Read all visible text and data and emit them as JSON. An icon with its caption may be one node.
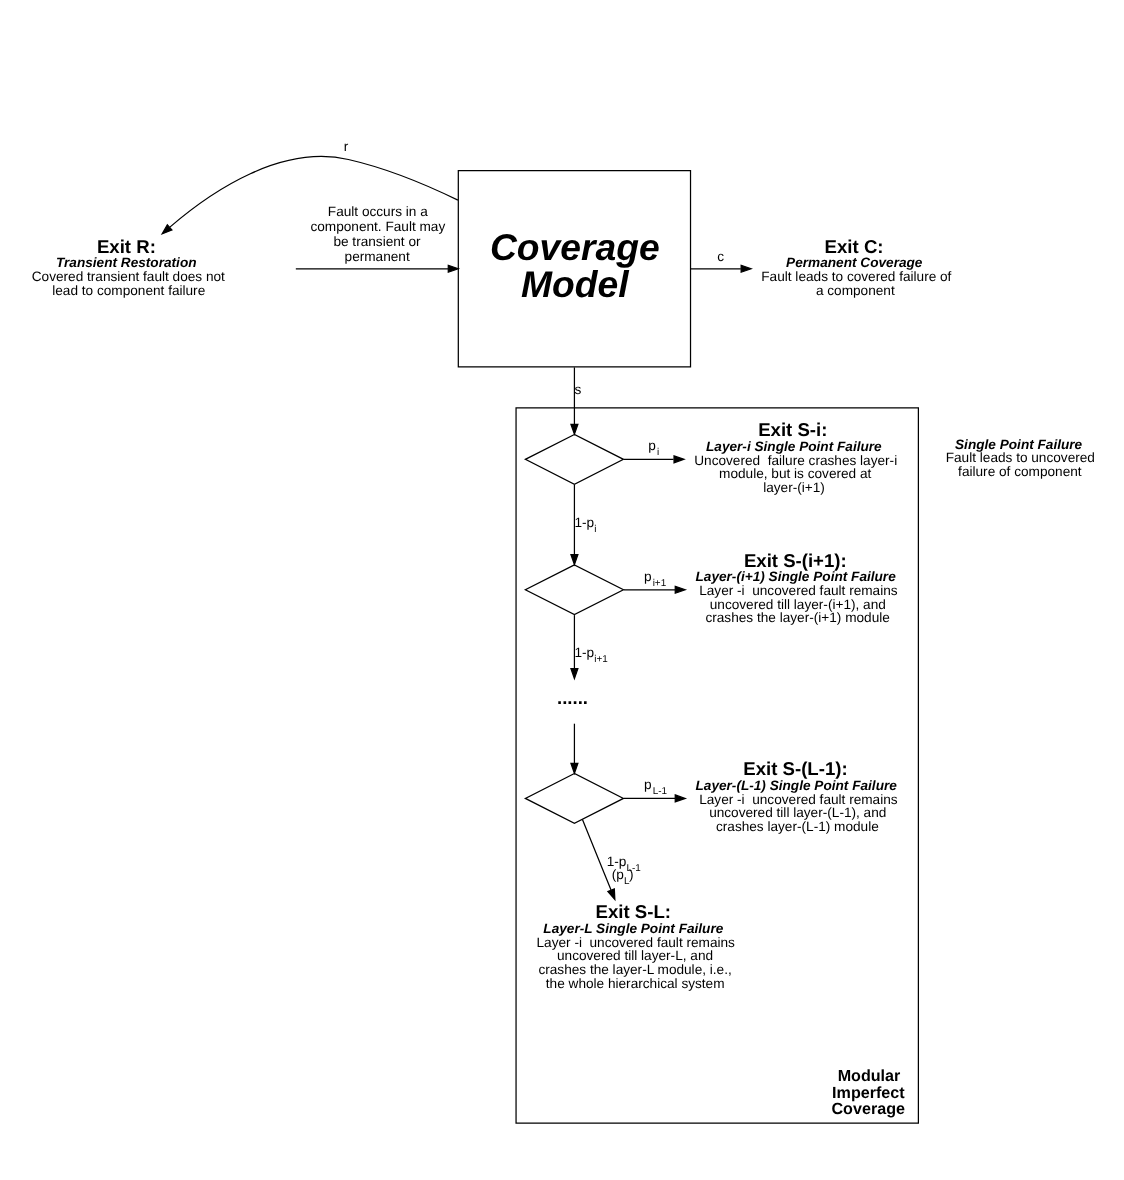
{
  "diagram": {
    "nodes": [
      {
        "text": [
          "Coverage Model"
        ]
      },
      {
        "text": [
          "Exit C:",
          "Permanent Coverage",
          "Fault leads to covered failure of a component"
        ]
      },
      {
        "text": [
          "Exit R:",
          "Transient Restoration",
          "Covered transient fault does not lead to component failure"
        ]
      },
      {
        "text": [
          "Modular Imperfect Coverage"
        ]
      },
      {
        "text": [],
        "shape": "diamond",
        "in": 3
      },
      {
        "text": [
          "Exit S-i:",
          "Layer-i Single Point Failure",
          "Uncovered  failure crashes layer-i module, but is covered at layer-(i+1)"
        ],
        "in": 3
      },
      {
        "text": [],
        "shape": "diamond",
        "in": 3
      },
      {
        "text": [
          "Exit S-(i+1):",
          "Layer-(i+1) Single Point Failure",
          "Layer -i  uncovered fault remains uncovered till layer-(i+1), and crashes the layer-(i+1) module"
        ],
        "in": 3
      },
      {
        "text": [
          "......"
        ],
        "in": 3
      },
      {
        "text": [],
        "shape": "diamond",
        "in": 3
      },
      {
        "text": [
          "Exit S-(L-1):",
          "Layer-(L-1) Single Point Failure",
          "Layer -i  uncovered fault remains uncovered till layer-(L-1), and crashes layer-(L-1) module"
        ],
        "in": 3
      },
      {
        "text": [
          "Exit S-L:",
          "Layer-L Single Point Failure",
          "Layer -i  uncovered fault remains uncovered till layer-L, and crashes the layer-L module, i.e., the whole hierarchical system"
        ],
        "in": 3
      }
    ],
    "edges": [
      {
        "from": null,
        "to": 0,
        "arrow": "to",
        "label": "Fault occurs in a component. Fault may be transient or permanent"
      },
      {
        "from": 0,
        "to": 1,
        "arrow": "to",
        "label": "c"
      },
      {
        "from": 0,
        "to": 2,
        "arrow": "to",
        "label": "r"
      },
      {
        "from": 0,
        "to": 4,
        "arrow": "to",
        "label": "s"
      },
      {
        "from": 4,
        "to": 5,
        "arrow": "to",
        "label": "p$_{i}$"
      },
      {
        "from": 4,
        "to": 6,
        "arrow": "to",
        "label": "1-p$_{i}$"
      },
      {
        "from": 6,
        "to": 7,
        "arrow": "to",
        "label": "p$_{i+1}$"
      },
      {
        "from": 6,
        "to": 8,
        "arrow": "to",
        "label": "1-p$_{i+1}$"
      },
      {
        "from": 8,
        "to": 9,
        "arrow": "to"
      },
      {
        "from": 9,
        "to": 10,
        "arrow": "to",
        "label": "p$_{L-1}$"
      },
      {
        "from": 9,
        "to": 11,
        "arrow": "to",
        "label": "1-p$_{L-1}$ (p$_{L}$)"
      }
    ],
    "labels": [
      "Single Point Failure",
      "Fault leads to uncovered failure of component"
    ]
  }
}
